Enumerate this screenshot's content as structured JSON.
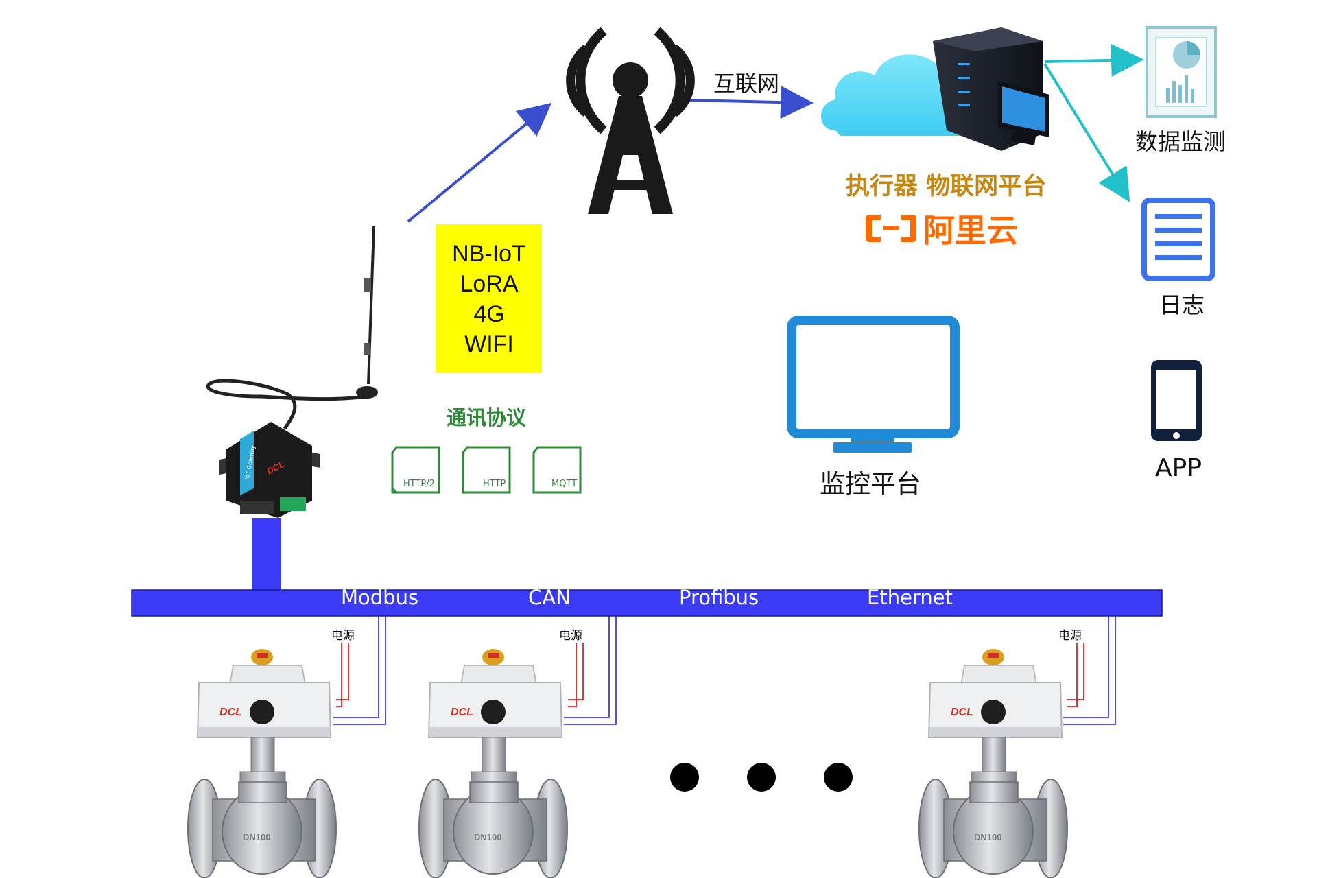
{
  "internet_label": "互联网",
  "platform_title": "执行器 物联网平台",
  "aliyun_brand": "阿里云",
  "protocols_box": [
    "NB-IoT",
    "LoRA",
    "4G",
    "WIFI"
  ],
  "comm_protocol_label": "通讯协议",
  "protocol_icons": [
    "HTTP/2",
    "HTTP",
    "MQTT"
  ],
  "outputs": {
    "data_monitor": "数据监测",
    "log": "日志",
    "app": "APP"
  },
  "monitor_platform": "监控平台",
  "bus_labels": [
    "Modbus",
    "CAN",
    "Profibus",
    "Ethernet"
  ],
  "power_label": "电源",
  "gateway_text": {
    "brand": "DCL",
    "name": "IoT Gateway"
  },
  "actuator": {
    "brand": "DCL",
    "body_mark": "DN100"
  },
  "colors": {
    "arrow_blue": "#3a4fd0",
    "arrow_teal": "#22c0c8",
    "bus_blue": "#3b3bf5",
    "platform_title": "#c7860f",
    "aliyun_orange": "#ff6a00",
    "green": "#2f8a3a",
    "yellow": "#ffff00",
    "monitor_blue": "#1f8ad8",
    "doc_blue": "#3d72e8"
  }
}
